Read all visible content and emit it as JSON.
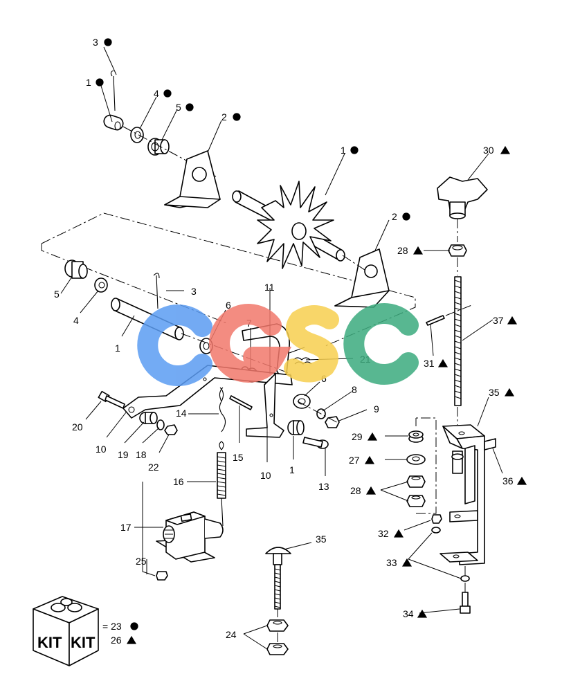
{
  "callouts": {
    "c3_top": "3",
    "c1_top": "1",
    "c4_top": "4",
    "c5_top": "5",
    "c2_top": "2",
    "c1_star": "1",
    "c2_mid": "2",
    "c30": "30",
    "c28_top": "28",
    "c11": "11",
    "c3_mid": "3",
    "c5_mid": "5",
    "c4_mid": "4",
    "c1_mid": "1",
    "c6_top": "6",
    "c7": "7",
    "c21": "21",
    "c6_low": "6",
    "c8": "8",
    "c9": "9",
    "c37": "37",
    "c31": "31",
    "c20": "20",
    "c14": "14",
    "c10_left": "10",
    "c19": "19",
    "c18": "18",
    "c22": "22",
    "c15": "15",
    "c10_mid": "10",
    "c1_low": "1",
    "c13": "13",
    "c16": "16",
    "c17": "17",
    "c25": "25",
    "c35_right": "35",
    "c29": "29",
    "c27": "27",
    "c28_low": "28",
    "c36": "36",
    "c32": "32",
    "c33": "33",
    "c34": "34",
    "c35_bolt": "35",
    "c24": "24",
    "kit_23": "= 23",
    "kit_26": "26"
  },
  "kit": {
    "label_left": "KIT",
    "label_right": "KIT"
  },
  "watermark": {
    "text": "CGSC",
    "colors": [
      "#5b9cf2",
      "#f2786c",
      "#f7cf4f",
      "#3cab7e"
    ]
  },
  "symbols": {
    "circle": "filled-circle-icon",
    "triangle": "filled-triangle-icon"
  }
}
